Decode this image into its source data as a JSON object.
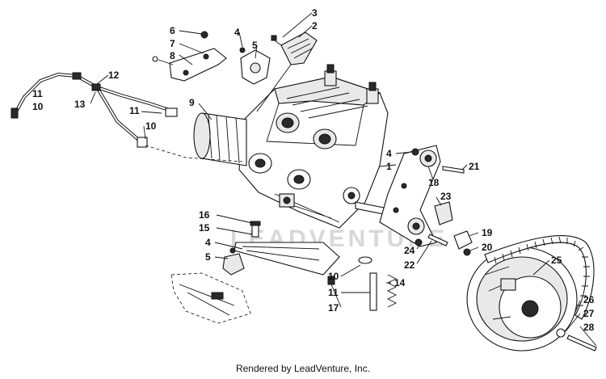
{
  "footer": {
    "text": "Rendered by LeadVenture, Inc."
  },
  "watermark": {
    "text": "LEADVENTURE"
  },
  "callouts": [
    "1",
    "2",
    "3",
    "4",
    "5",
    "6",
    "7",
    "8",
    "9",
    "10",
    "11",
    "12",
    "13",
    "14",
    "15",
    "16",
    "17",
    "18",
    "19",
    "20",
    "21",
    "22",
    "23",
    "24",
    "25",
    "26",
    "27",
    "28"
  ],
  "labels": [
    {
      "id": "6",
      "text": "6"
    },
    {
      "id": "7",
      "text": "7"
    },
    {
      "id": "8",
      "text": "8"
    },
    {
      "id": "4a",
      "text": "4"
    },
    {
      "id": "5a",
      "text": "5"
    },
    {
      "id": "3",
      "text": "3"
    },
    {
      "id": "2",
      "text": "2"
    },
    {
      "id": "12",
      "text": "12"
    },
    {
      "id": "11a",
      "text": "11"
    },
    {
      "id": "10a",
      "text": "10"
    },
    {
      "id": "13",
      "text": "13"
    },
    {
      "id": "9",
      "text": "9"
    },
    {
      "id": "11b",
      "text": "11"
    },
    {
      "id": "10b",
      "text": "10"
    },
    {
      "id": "4b",
      "text": "4"
    },
    {
      "id": "1",
      "text": "1"
    },
    {
      "id": "21",
      "text": "21"
    },
    {
      "id": "18",
      "text": "18"
    },
    {
      "id": "23",
      "text": "23"
    },
    {
      "id": "16",
      "text": "16"
    },
    {
      "id": "15",
      "text": "15"
    },
    {
      "id": "4c",
      "text": "4"
    },
    {
      "id": "5b",
      "text": "5"
    },
    {
      "id": "19",
      "text": "19"
    },
    {
      "id": "20",
      "text": "20"
    },
    {
      "id": "24",
      "text": "24"
    },
    {
      "id": "22",
      "text": "22"
    },
    {
      "id": "25",
      "text": "25"
    },
    {
      "id": "10c",
      "text": "10"
    },
    {
      "id": "11c",
      "text": "11"
    },
    {
      "id": "14",
      "text": "14"
    },
    {
      "id": "17",
      "text": "17"
    },
    {
      "id": "26",
      "text": "26"
    },
    {
      "id": "27",
      "text": "27"
    },
    {
      "id": "28",
      "text": "28"
    }
  ]
}
